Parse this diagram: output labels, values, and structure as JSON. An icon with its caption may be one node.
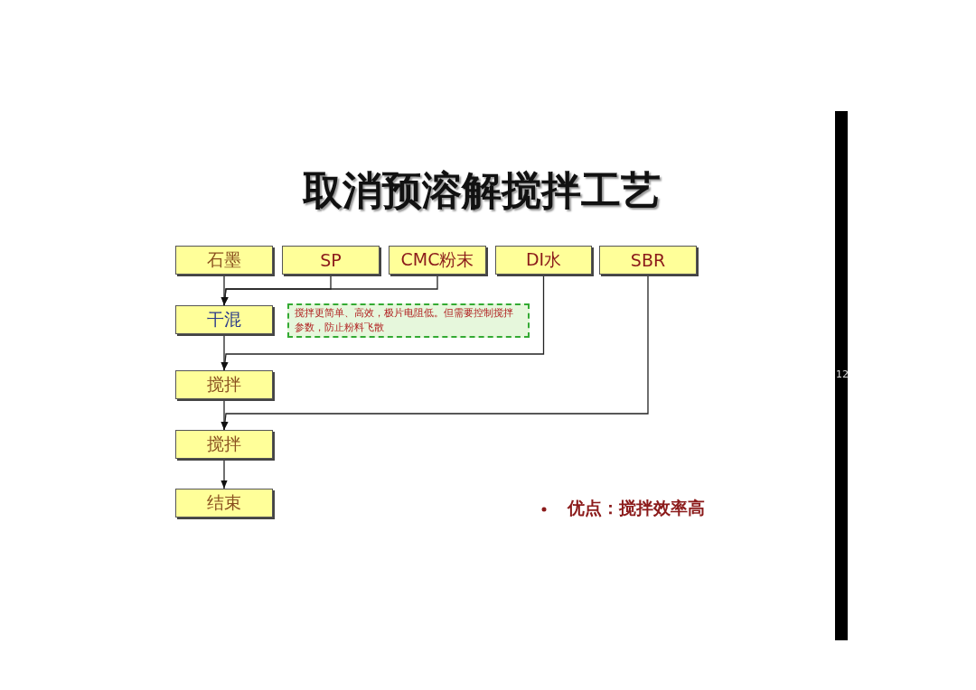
{
  "diagram": {
    "title": "取消预溶解搅拌工艺",
    "nodes": [
      {
        "text": [
          "石墨"
        ]
      },
      {
        "text": [
          "SP"
        ]
      },
      {
        "text": [
          "CMC粉末"
        ]
      },
      {
        "text": [
          "DI水"
        ]
      },
      {
        "text": [
          "SBR"
        ]
      },
      {
        "text": [
          "干混"
        ]
      },
      {
        "text": [
          "搅拌更简单、高效，极片电阻低。但需要控制搅拌参数，防止粉料飞散"
        ]
      },
      {
        "text": [
          "搅拌"
        ]
      },
      {
        "text": [
          "搅拌"
        ]
      },
      {
        "text": [
          "结束"
        ]
      }
    ],
    "edges": [
      {
        "from": 0,
        "to": 5,
        "arrow": "to"
      },
      {
        "from": 1,
        "to": 5,
        "arrow": "to"
      },
      {
        "from": 2,
        "to": 5,
        "arrow": "to"
      },
      {
        "from": 3,
        "to": 7,
        "arrow": "to"
      },
      {
        "from": 5,
        "to": 7,
        "arrow": "to"
      },
      {
        "from": 4,
        "to": 8,
        "arrow": "to"
      },
      {
        "from": 7,
        "to": 8,
        "arrow": "to"
      },
      {
        "from": 8,
        "to": 9,
        "arrow": "to"
      }
    ],
    "labels": [
      "优点：搅拌效率高",
      "12"
    ]
  }
}
